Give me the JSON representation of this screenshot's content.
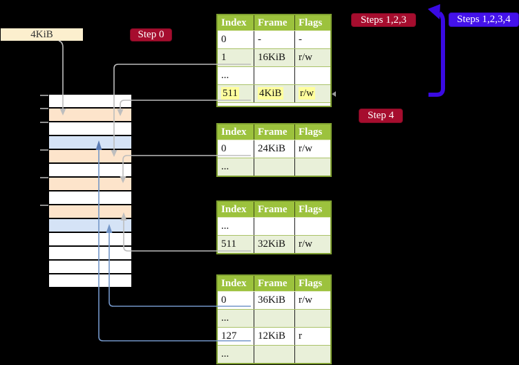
{
  "labels": {
    "page_size_box": "4KiB",
    "step0_badge": "Step 0",
    "steps123_badge": "Steps 1,2,3",
    "steps1234_badge": "Steps 1,2,3,4",
    "step4_badge": "Step 4"
  },
  "colors": {
    "background": "#000000",
    "badge_red": "#A60D2E",
    "badge_blue": "#4412EB",
    "big_arrow_blue": "#3A0AE3",
    "table_header_green": "#9CC23D",
    "table_row_green": "#E9F0D9",
    "table_border_olive": "#7FA030",
    "frame_peach": "#FDE4CB",
    "frame_blue": "#D5E3F6",
    "page_size_cream": "#FCEFCE",
    "highlight_yellow": "#FFFF9D",
    "connector_grey": "#BEBEBE",
    "connector_blue": "#7396C8"
  },
  "memory": {
    "rows": [
      "white",
      "peach",
      "white",
      "blue",
      "peach",
      "white",
      "peach",
      "white",
      "peach",
      "blue",
      "white",
      "white",
      "white",
      "white"
    ],
    "tick_offsets": [
      0,
      19,
      39,
      79,
      119,
      159
    ]
  },
  "tables": [
    {
      "id": "pt1",
      "headers": [
        "Index",
        "Frame",
        "Flags"
      ],
      "rows": [
        {
          "cells": [
            "0",
            "-",
            "-"
          ],
          "highlight": false
        },
        {
          "cells": [
            "1",
            "16KiB",
            "r/w"
          ],
          "highlight": false
        },
        {
          "cells": [
            "...",
            "",
            ""
          ],
          "highlight": false
        },
        {
          "cells": [
            "511",
            "4KiB",
            "r/w"
          ],
          "highlight": true
        }
      ],
      "stub_row": true
    },
    {
      "id": "pt2",
      "headers": [
        "Index",
        "Frame",
        "Flags"
      ],
      "rows": [
        {
          "cells": [
            "0",
            "24KiB",
            "r/w"
          ],
          "highlight": false
        },
        {
          "cells": [
            "...",
            "",
            ""
          ],
          "highlight": false
        }
      ],
      "stub_row": false
    },
    {
      "id": "pt3",
      "headers": [
        "Index",
        "Frame",
        "Flags"
      ],
      "rows": [
        {
          "cells": [
            "...",
            "",
            ""
          ],
          "highlight": false
        },
        {
          "cells": [
            "511",
            "32KiB",
            "r/w"
          ],
          "highlight": false
        }
      ],
      "stub_row": false
    },
    {
      "id": "pt4",
      "headers": [
        "Index",
        "Frame",
        "Flags"
      ],
      "rows": [
        {
          "cells": [
            "0",
            "36KiB",
            "r/w"
          ],
          "highlight": false
        },
        {
          "cells": [
            "...",
            "",
            ""
          ],
          "highlight": false
        },
        {
          "cells": [
            "127",
            "12KiB",
            "r"
          ],
          "highlight": false
        },
        {
          "cells": [
            "...",
            "",
            ""
          ],
          "highlight": false
        }
      ],
      "stub_row": false
    }
  ]
}
